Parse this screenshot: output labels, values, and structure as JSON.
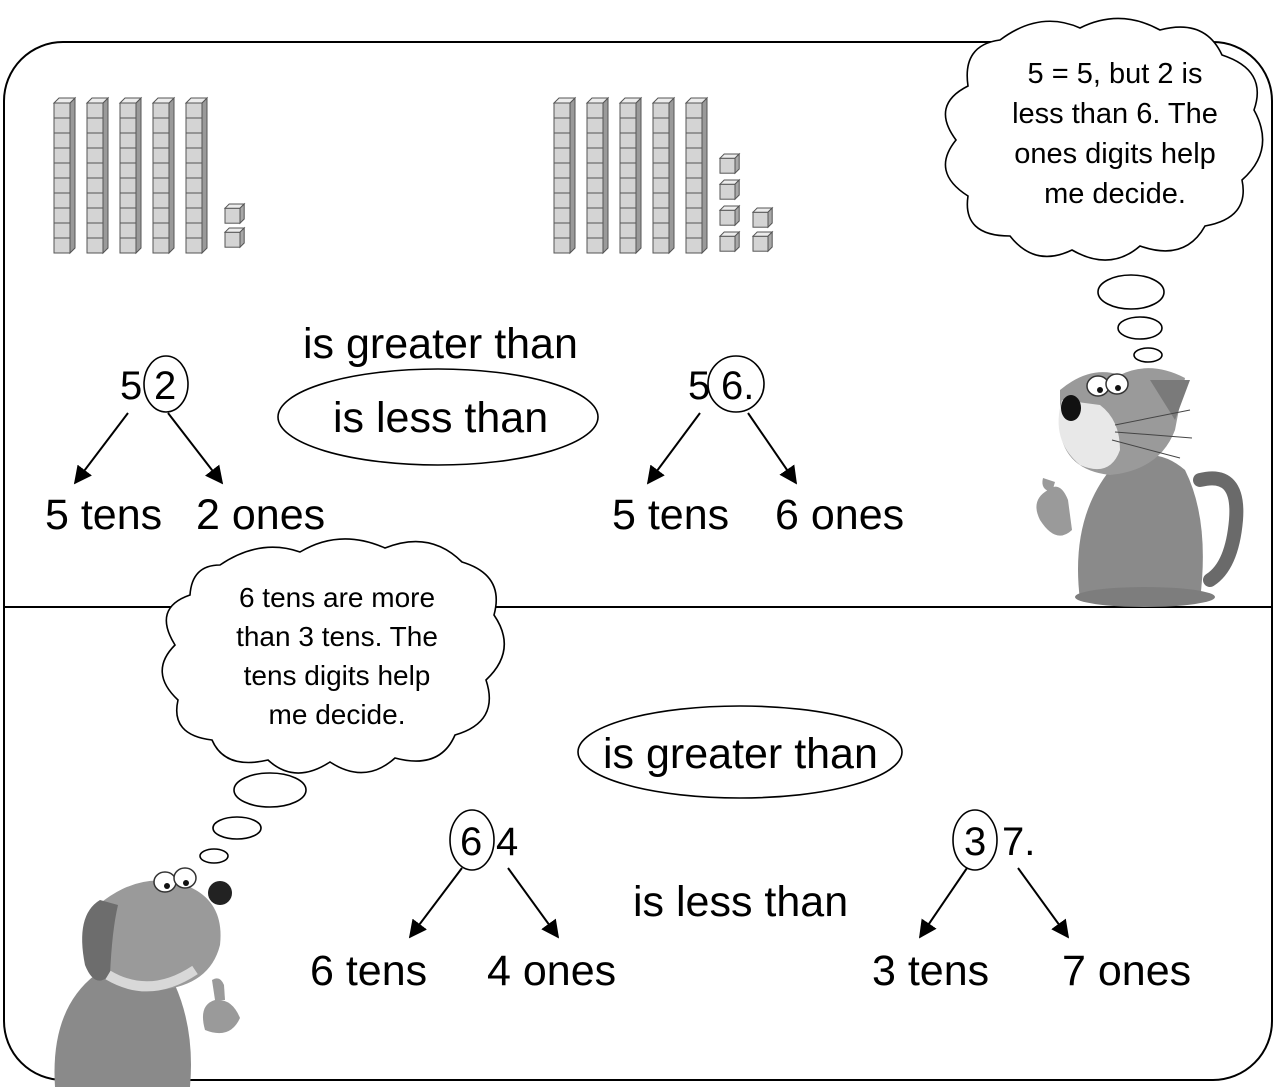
{
  "top": {
    "left_number": {
      "tens_digit": "5",
      "ones_digit": "2",
      "tens_label": "5 tens",
      "ones_label": "2 ones"
    },
    "right_number": {
      "tens_digit": "5",
      "ones_digit": "6.",
      "tens_label": "5 tens",
      "ones_label": "6 ones"
    },
    "option_greater": "is greater than",
    "option_less": "is less than",
    "cat_thought": [
      "5 = 5, but 2 is",
      "less than 6. The",
      "ones digits help",
      "me decide."
    ],
    "left_blocks": {
      "tens": 5,
      "ones": 2
    },
    "right_blocks": {
      "tens": 5,
      "ones": 6
    }
  },
  "bottom": {
    "left_number": {
      "tens_digit": "6",
      "ones_digit": "4",
      "tens_label": "6 tens",
      "ones_label": "4 ones"
    },
    "right_number": {
      "tens_digit": "3",
      "ones_digit": "7.",
      "tens_label": "3 tens",
      "ones_label": "7 ones"
    },
    "option_greater": "is greater than",
    "option_less": "is less than",
    "dog_thought": [
      "6 tens are more",
      "than 3 tens. The",
      "tens digits help",
      "me decide."
    ]
  },
  "colors": {
    "block_fill": "#d4d4d4",
    "block_stroke": "#555555",
    "animal_fill": "#8a8a8a"
  },
  "icons": {
    "cat": "cat-icon",
    "dog": "dog-icon"
  }
}
